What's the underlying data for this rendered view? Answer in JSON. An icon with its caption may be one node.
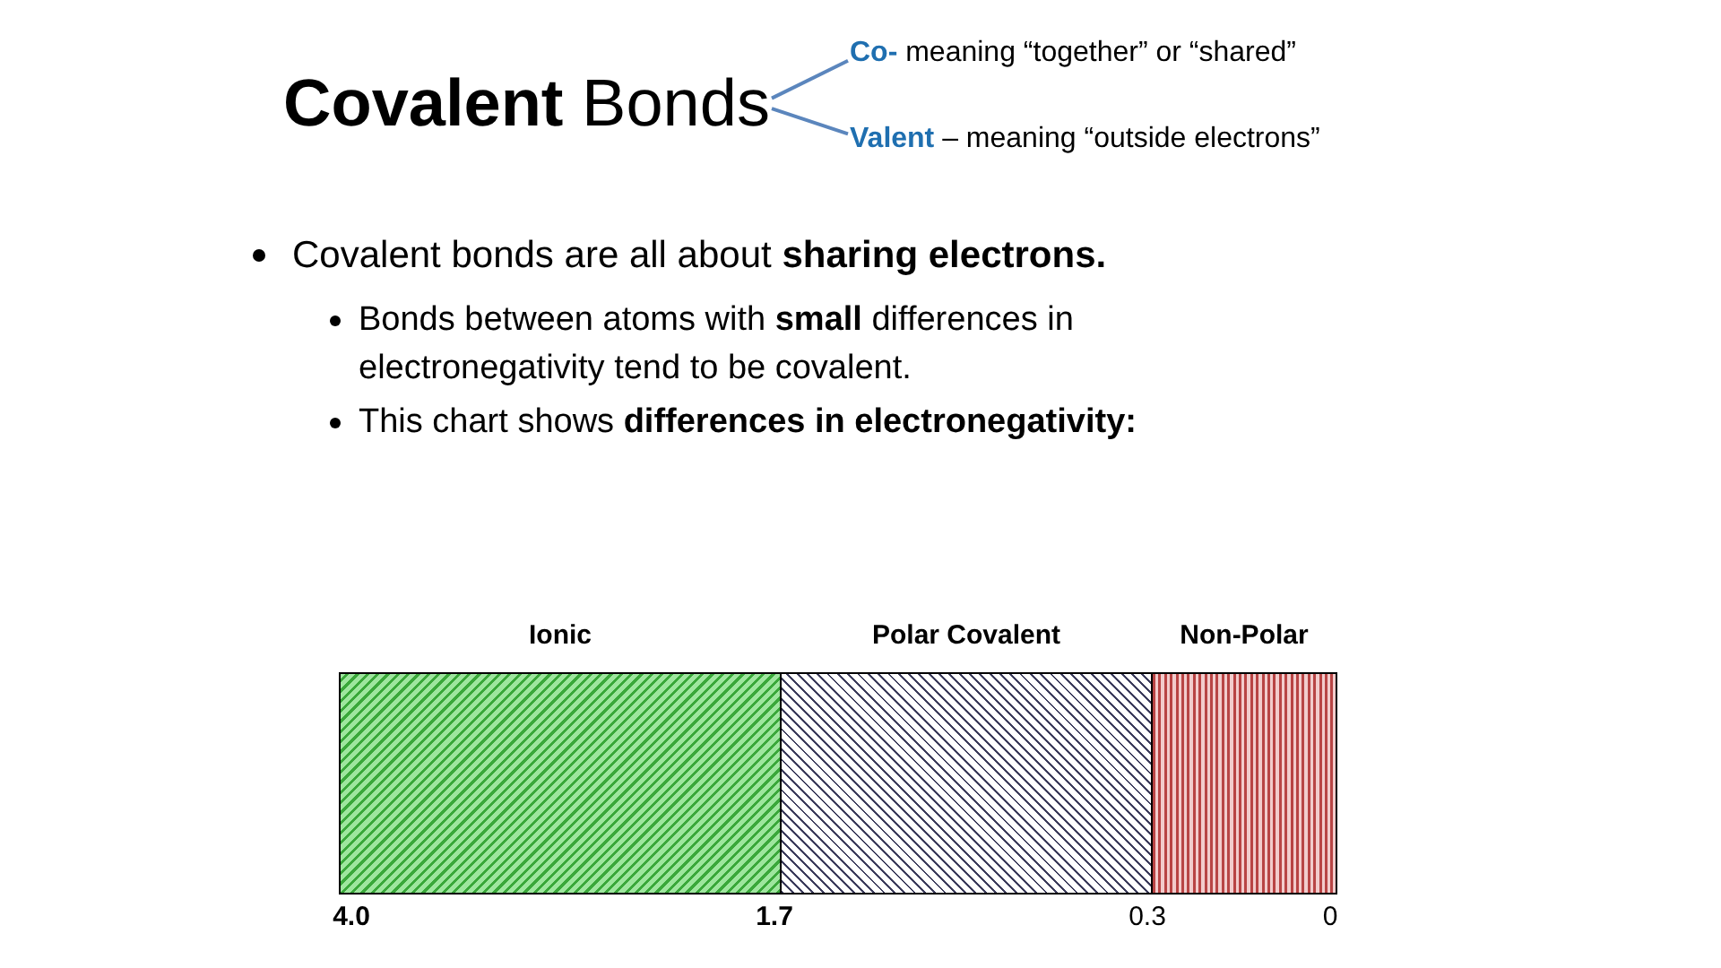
{
  "diagram": {
    "nodes": [
      {
        "text": [
          "**Covalent** Bonds"
        ]
      },
      {
        "text": [
          "**Co-** meaning “together” or “shared”"
        ]
      },
      {
        "text": [
          "**Valent** – meaning “outside electrons”"
        ]
      },
      {
        "text": [
          "Ionic"
        ]
      },
      {
        "text": [
          "Polar Covalent"
        ]
      },
      {
        "text": [
          "Non-Polar"
        ]
      }
    ],
    "edges": [
      {
        "from": 0,
        "to": 1,
        "arrow": "none"
      },
      {
        "from": 0,
        "to": 2,
        "arrow": "none"
      }
    ],
    "labels": [
      "Covalent bonds are all about **sharing electrons.**",
      "Bonds between atoms with **small** differences in electronegativity tend to be covalent.",
      "This chart shows **differences in electronegativity:**",
      "4.0",
      "1.7",
      "0.3",
      "0"
    ]
  }
}
